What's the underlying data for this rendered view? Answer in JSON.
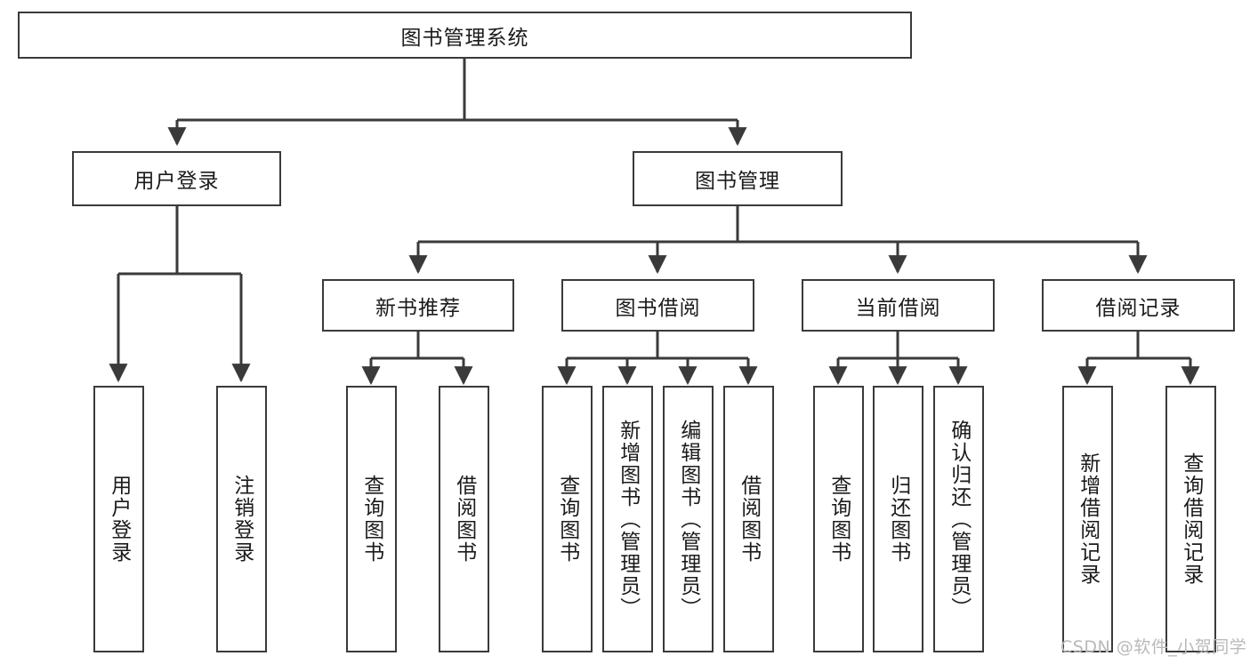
{
  "diagram": {
    "type": "tree-hierarchy-chart",
    "title": "图书管理系统",
    "line_color": "#3a3a3a",
    "box_fill": "#ffffff",
    "text_color": "#1b1b1b",
    "nodes": {
      "root": {
        "label": "图书管理系统"
      },
      "level2": [
        {
          "label": "用户登录"
        },
        {
          "label": "图书管理"
        }
      ],
      "level3": [
        {
          "label": "新书推荐"
        },
        {
          "label": "图书借阅"
        },
        {
          "label": "当前借阅"
        },
        {
          "label": "借阅记录"
        }
      ],
      "leaves_user_login": [
        {
          "label": "用户登录"
        },
        {
          "label": "注销登录"
        }
      ],
      "leaves_new_book": [
        {
          "label": "查询图书"
        },
        {
          "label": "借阅图书"
        }
      ],
      "leaves_borrow": [
        {
          "label": "查询图书"
        },
        {
          "label": "新增图书（管理员）"
        },
        {
          "label": "编辑图书（管理员）"
        },
        {
          "label": "借阅图书"
        }
      ],
      "leaves_current": [
        {
          "label": "查询图书"
        },
        {
          "label": "归还图书"
        },
        {
          "label": "确认归还（管理员）"
        }
      ],
      "leaves_records": [
        {
          "label": "新增借阅记录"
        },
        {
          "label": "查询借阅记录"
        }
      ]
    }
  },
  "watermark": {
    "text": "CSDN @软件_小贺同学"
  }
}
